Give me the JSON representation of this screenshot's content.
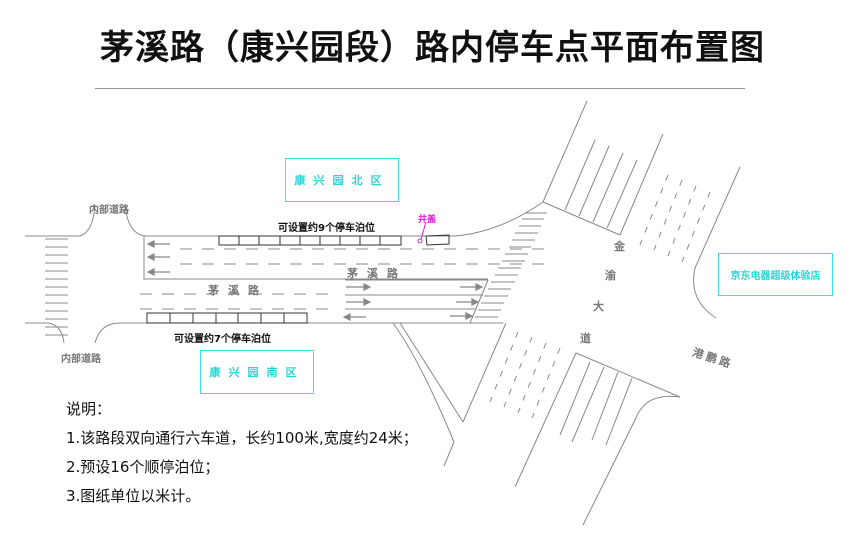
{
  "title": "茅溪路（康兴园段）路内停车点平面布置图",
  "labels": {
    "inner_road_top": "内部道路",
    "inner_road_bottom": "内部道路",
    "parking_north": "可设置约9个停车泊位",
    "parking_south": "可设置约7个停车泊位",
    "manhole": "井盖",
    "road_maoxi_1": "茅溪路",
    "road_maoxi_2": "茅溪路",
    "road_jinyu": [
      "金",
      "渝",
      "大",
      "道"
    ],
    "road_gangpeng": "港鹏路"
  },
  "zones": {
    "north": "康兴园北区",
    "south": "康兴园南区",
    "store": "京东电器超级体验店"
  },
  "parking": {
    "north_count": 9,
    "south_count": 7
  },
  "notes": {
    "heading": "说明：",
    "items": [
      "1.该路段双向通行六车道，长约100米,宽度约24米；",
      "2.预设16个顺停泊位；",
      "3.图纸单位以米计。"
    ]
  },
  "colors": {
    "zone": "#2cd6d6",
    "manhole": "#e020e0",
    "road_line": "#888888"
  }
}
